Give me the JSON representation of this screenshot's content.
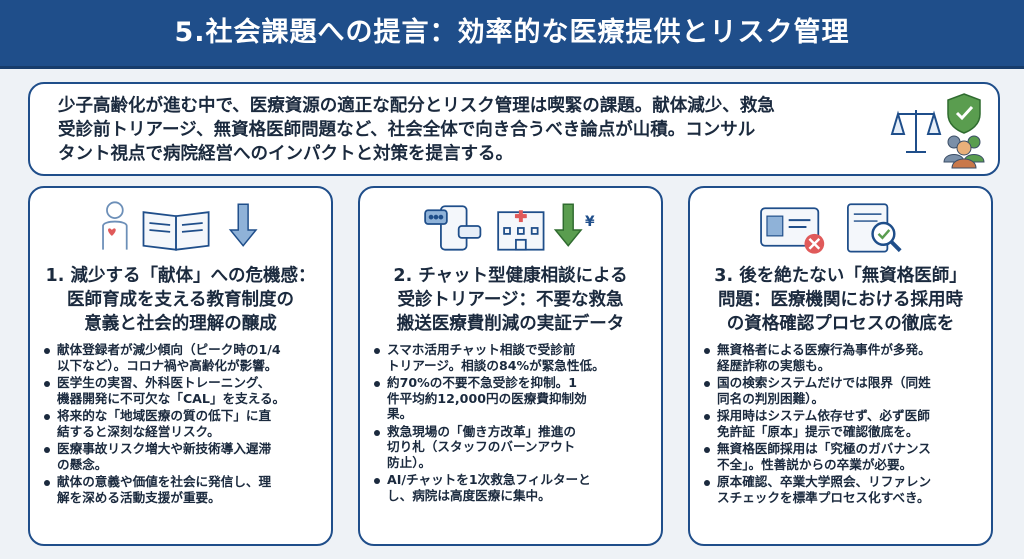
{
  "header": {
    "title": "5.社会課題への提言：効率的な医療提供とリスク管理"
  },
  "intro": {
    "lines": [
      "少子高齢化が進む中で、医療資源の適正な配分とリスク管理は喫緊の課題。献体減少、救急",
      "受診前トリアージ、無資格医師問題など、社会全体で向き合うべき論点が山積。コンサル",
      "タント視点で病院経営へのインパクトと対策を提言する。"
    ]
  },
  "cards": [
    {
      "title_lines": [
        "1. 減少する「献体」への危機感：",
        "医師育成を支える教育制度の",
        "意義と社会的理解の醸成"
      ],
      "items": [
        [
          "献体登録者が減少傾向（ピーク時の1/4",
          "以下など）。コロナ禍や高齢化が影響。"
        ],
        [
          "医学生の実習、外科医トレーニング、",
          "機器開発に不可欠な「CAL」を支える。"
        ],
        [
          "将来的な「地域医療の質の低下」に直",
          "結すると深刻な経営リスク。"
        ],
        [
          "医療事故リスク増大や新技術導入遅滞",
          "の懸念。"
        ],
        [
          "献体の意義や価値を社会に発信し、理",
          "解を深める活動支援が重要。"
        ]
      ]
    },
    {
      "title_lines": [
        "2. チャット型健康相談による",
        "受診トリアージ：不要な救急",
        "搬送医療費削減の実証データ"
      ],
      "items": [
        [
          "スマホ活用チャット相談で受診前",
          "トリアージ。相談の84%が緊急性低。"
        ],
        [
          "約70%の不要不急受診を抑制。1",
          "件平均約12,000円の医療費抑制効",
          "果。"
        ],
        [
          "救急現場の「働き方改革」推進の",
          "切り札（スタッフのバーンアウト",
          "防止）。"
        ],
        [
          "AI/チャットを1次救急フィルターと",
          "し、病院は高度医療に集中。"
        ]
      ]
    },
    {
      "title_lines": [
        "3. 後を絶たない「無資格医師」",
        "問題：医療機関における採用時",
        "の資格確認プロセスの徹底を"
      ],
      "items": [
        [
          "無資格者による医療行為事件が多発。",
          "経歴詐称の実態も。"
        ],
        [
          "国の検索システムだけでは限界（同姓",
          "同名の判別困難）。"
        ],
        [
          "採用時はシステム依存せず、必ず医師",
          "免許証「原本」提示で確認徹底を。"
        ],
        [
          "無資格医師採用は「究極のガバナンス",
          "不全」。性善説からの卒業が必要。"
        ],
        [
          "原本確認、卒業大学照会、リファレン",
          "スチェックを標準プロセス化すべき。"
        ]
      ]
    }
  ]
}
